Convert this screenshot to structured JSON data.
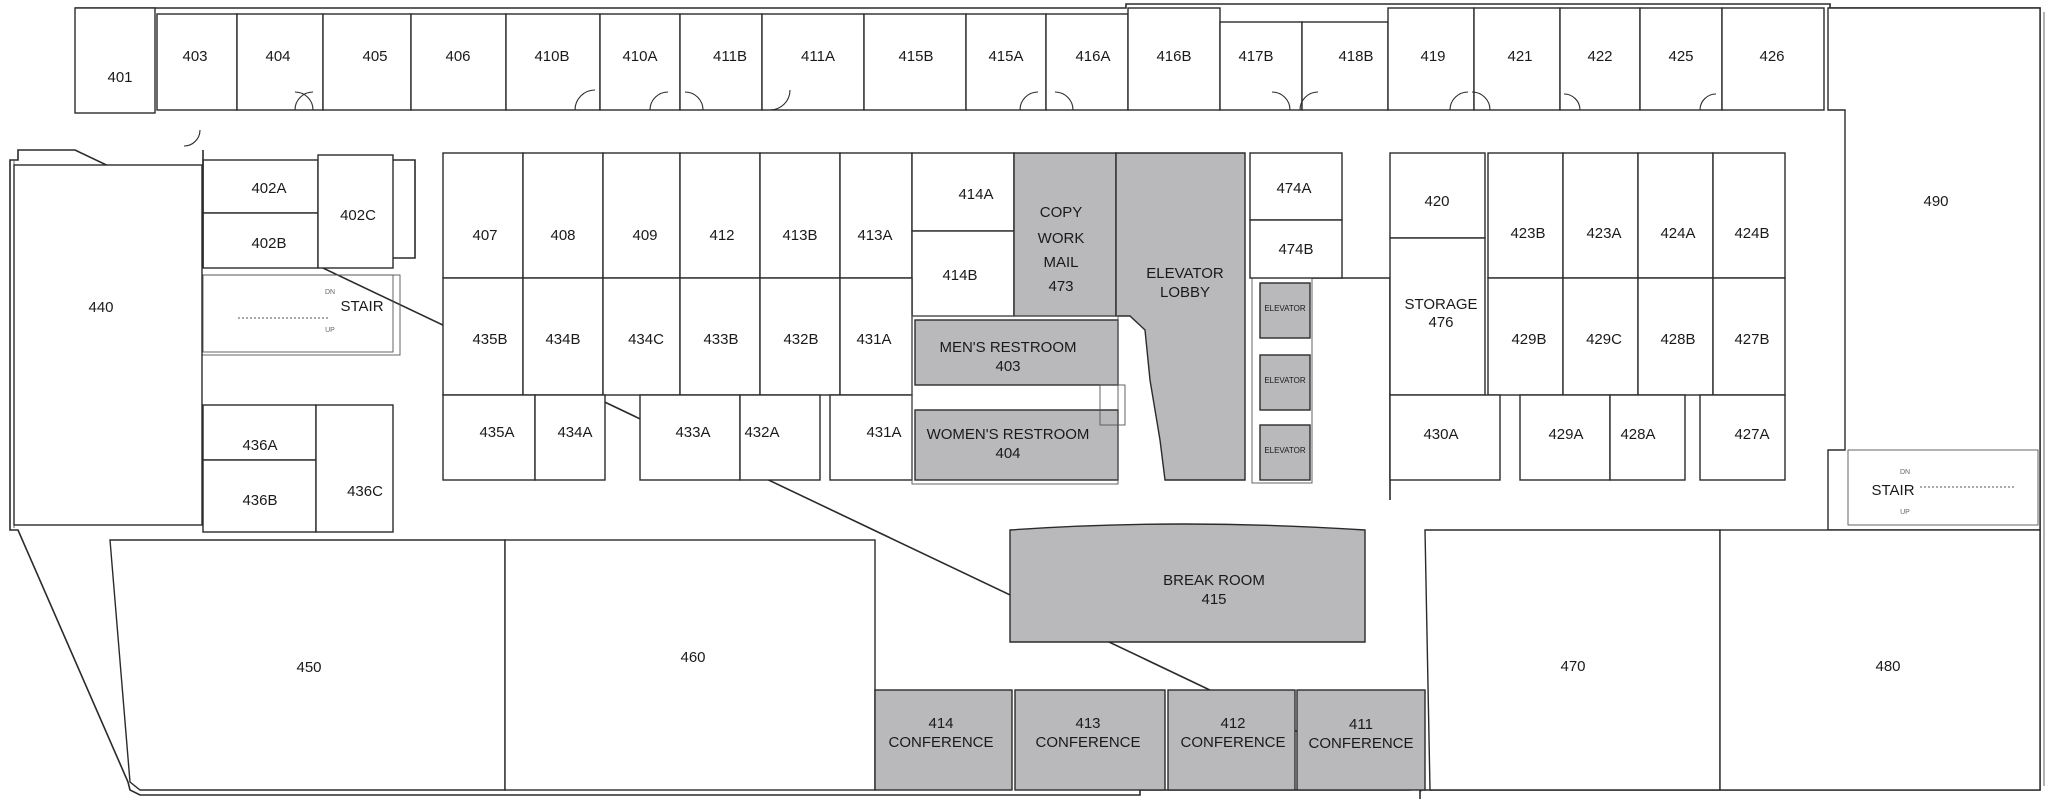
{
  "colors": {
    "wall": "#2b2b2b",
    "shaded_room": "#b9b9bb",
    "background": "#ffffff"
  },
  "rooms": [
    {
      "id": "401",
      "label": "401"
    },
    {
      "id": "403",
      "label": "403"
    },
    {
      "id": "404",
      "label": "404"
    },
    {
      "id": "405",
      "label": "405"
    },
    {
      "id": "406",
      "label": "406"
    },
    {
      "id": "410B",
      "label": "410B"
    },
    {
      "id": "410A",
      "label": "410A"
    },
    {
      "id": "411B",
      "label": "411B"
    },
    {
      "id": "411A",
      "label": "411A"
    },
    {
      "id": "415B",
      "label": "415B"
    },
    {
      "id": "415A",
      "label": "415A"
    },
    {
      "id": "416A",
      "label": "416A"
    },
    {
      "id": "416B",
      "label": "416B"
    },
    {
      "id": "417B",
      "label": "417B"
    },
    {
      "id": "418B",
      "label": "418B"
    },
    {
      "id": "419",
      "label": "419"
    },
    {
      "id": "421",
      "label": "421"
    },
    {
      "id": "422",
      "label": "422"
    },
    {
      "id": "425",
      "label": "425"
    },
    {
      "id": "426",
      "label": "426"
    },
    {
      "id": "490",
      "label": "490"
    },
    {
      "id": "402A",
      "label": "402A"
    },
    {
      "id": "402B",
      "label": "402B"
    },
    {
      "id": "402C",
      "label": "402C"
    },
    {
      "id": "440",
      "label": "440"
    },
    {
      "id": "407",
      "label": "407"
    },
    {
      "id": "408",
      "label": "408"
    },
    {
      "id": "409",
      "label": "409"
    },
    {
      "id": "412",
      "label": "412"
    },
    {
      "id": "413B",
      "label": "413B"
    },
    {
      "id": "413A",
      "label": "413A"
    },
    {
      "id": "414A",
      "label": "414A"
    },
    {
      "id": "414B",
      "label": "414B"
    },
    {
      "id": "474A",
      "label": "474A"
    },
    {
      "id": "474B",
      "label": "474B"
    },
    {
      "id": "420",
      "label": "420"
    },
    {
      "id": "423B",
      "label": "423B"
    },
    {
      "id": "423A",
      "label": "423A"
    },
    {
      "id": "424A",
      "label": "424A"
    },
    {
      "id": "424B",
      "label": "424B"
    },
    {
      "id": "435B",
      "label": "435B"
    },
    {
      "id": "434B",
      "label": "434B"
    },
    {
      "id": "434C",
      "label": "434C"
    },
    {
      "id": "433B",
      "label": "433B"
    },
    {
      "id": "432B",
      "label": "432B"
    },
    {
      "id": "431A_upper",
      "label": "431A"
    },
    {
      "id": "429B",
      "label": "429B"
    },
    {
      "id": "429C",
      "label": "429C"
    },
    {
      "id": "428B",
      "label": "428B"
    },
    {
      "id": "427B",
      "label": "427B"
    },
    {
      "id": "435A",
      "label": "435A"
    },
    {
      "id": "434A",
      "label": "434A"
    },
    {
      "id": "433A",
      "label": "433A"
    },
    {
      "id": "432A",
      "label": "432A"
    },
    {
      "id": "431A_lower",
      "label": "431A"
    },
    {
      "id": "430A",
      "label": "430A"
    },
    {
      "id": "429A",
      "label": "429A"
    },
    {
      "id": "428A",
      "label": "428A"
    },
    {
      "id": "427A",
      "label": "427A"
    },
    {
      "id": "436A",
      "label": "436A"
    },
    {
      "id": "436B",
      "label": "436B"
    },
    {
      "id": "436C",
      "label": "436C"
    },
    {
      "id": "450",
      "label": "450"
    },
    {
      "id": "460",
      "label": "460"
    },
    {
      "id": "470",
      "label": "470"
    },
    {
      "id": "480",
      "label": "480"
    }
  ],
  "special": {
    "stair_left": "STAIR",
    "stair_right": "STAIR",
    "stair_dn": "DN",
    "stair_up": "UP",
    "copy_line1": "COPY",
    "copy_line2": "WORK",
    "copy_line3": "MAIL",
    "copy_line4": "473",
    "elevator_lobby_line1": "ELEVATOR",
    "elevator_lobby_line2": "LOBBY",
    "elevator": "ELEVATOR",
    "storage_line1": "STORAGE",
    "storage_line2": "476",
    "mens_line1": "MEN'S RESTROOM",
    "mens_line2": "403",
    "womens_line1": "WOMEN'S RESTROOM",
    "womens_line2": "404",
    "break_line1": "BREAK ROOM",
    "break_line2": "415",
    "conf414_line1": "414",
    "conf413_line1": "413",
    "conf412_line1": "412",
    "conf411_line1": "411",
    "conf_line2": "CONFERENCE"
  }
}
